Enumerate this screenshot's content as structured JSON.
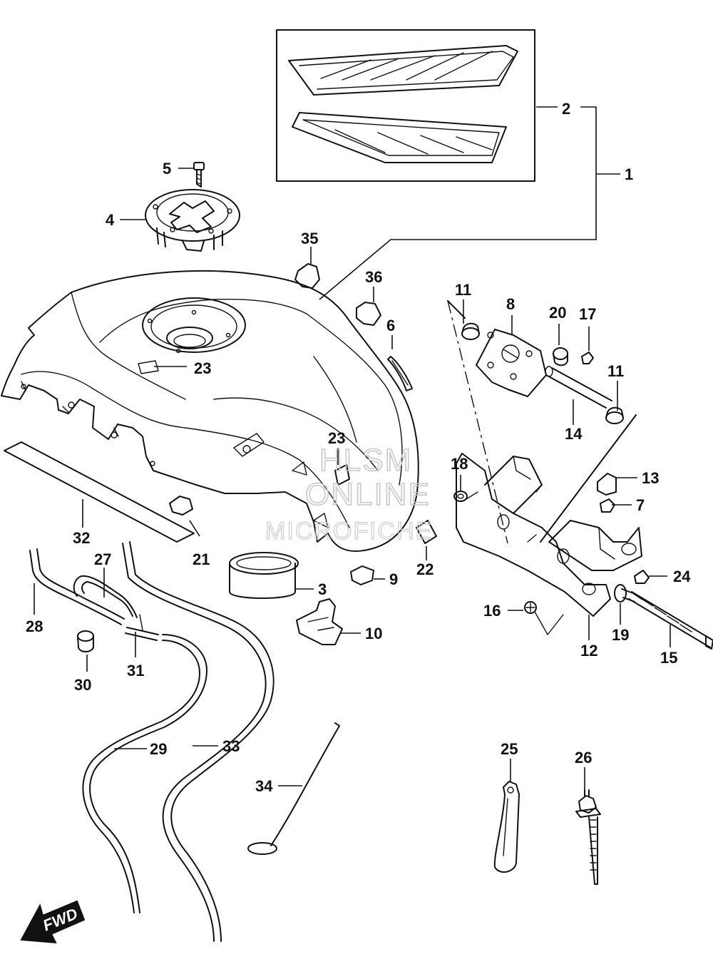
{
  "watermark": {
    "line1": "HLSM",
    "line2": "ONLINE",
    "line3": "MICROFICHE"
  },
  "fwd_label": "FWD",
  "callouts": [
    "1",
    "2",
    "3",
    "4",
    "5",
    "6",
    "7",
    "8",
    "9",
    "10",
    "11",
    "12",
    "13",
    "14",
    "15",
    "16",
    "17",
    "18",
    "19",
    "20",
    "21",
    "22",
    "23",
    "24",
    "25",
    "26",
    "27",
    "28",
    "29",
    "30",
    "31",
    "32",
    "33",
    "34",
    "35",
    "36"
  ],
  "colors": {
    "line": "#111111",
    "background": "#ffffff",
    "watermark": "#c8c8c8"
  }
}
